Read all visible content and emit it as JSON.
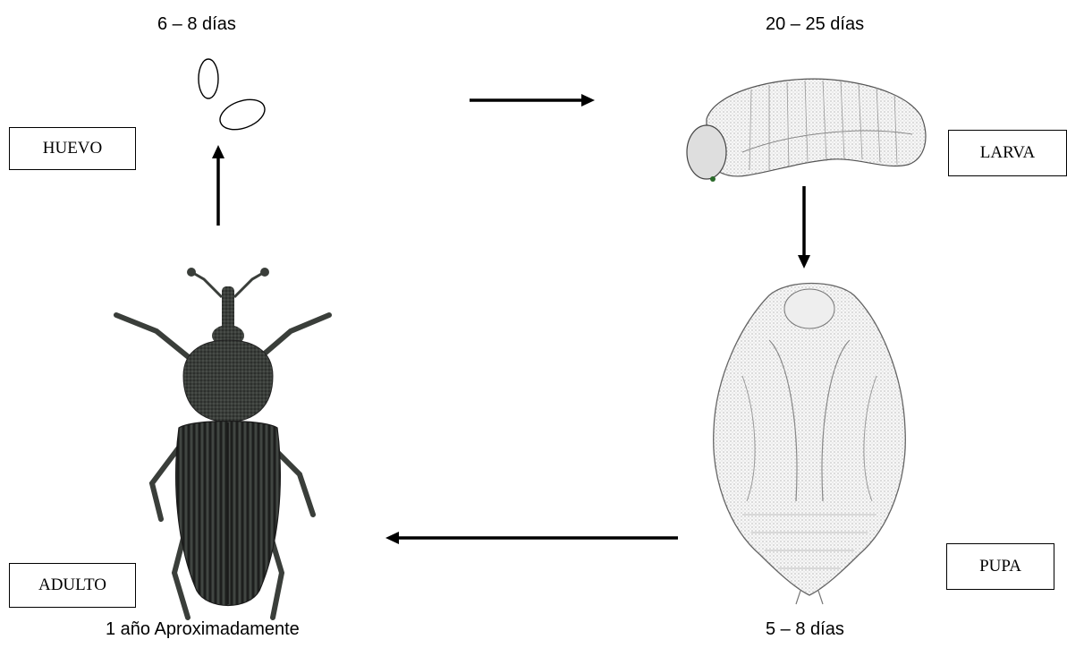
{
  "stages": {
    "huevo": {
      "label": "HUEVO",
      "duration": "6 – 8 días"
    },
    "larva": {
      "label": "LARVA",
      "duration": "20 – 25 días"
    },
    "pupa": {
      "label": "PUPA",
      "duration": "5 – 8 días"
    },
    "adulto": {
      "label": "ADULTO",
      "duration": "1 año Aproximadamente"
    }
  },
  "illustrations": {
    "egg": "egg-outline-icon",
    "larva": "larva-drawing",
    "pupa": "pupa-drawing",
    "adult": "weevil-drawing"
  }
}
